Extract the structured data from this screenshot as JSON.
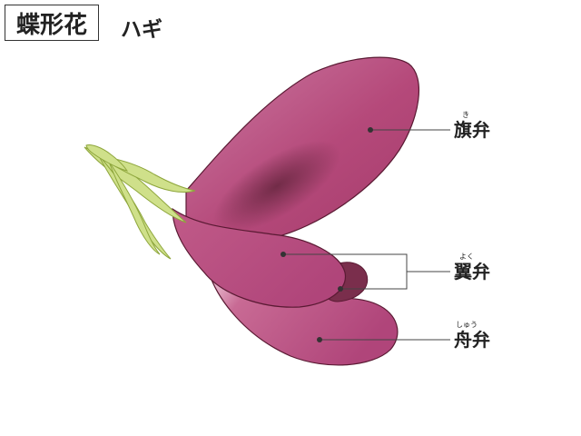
{
  "header": {
    "title": "蝶形花",
    "subtitle": "ハギ"
  },
  "labels": [
    {
      "id": "hataben",
      "text": "旗弁",
      "ruby": "き"
    },
    {
      "id": "yokuben",
      "text": "翼弁",
      "ruby": "よく"
    },
    {
      "id": "shuben",
      "text": "舟弁",
      "ruby": "しゅう"
    }
  ],
  "colors": {
    "petal": "#b5497a",
    "petal_light": "#cf7aa0",
    "petal_dark": "#7a2e4c",
    "petal_outline": "#5a1a33",
    "calyx": "#cfe08a",
    "calyx_outline": "#8ea63c",
    "leader_line": "#444444"
  }
}
